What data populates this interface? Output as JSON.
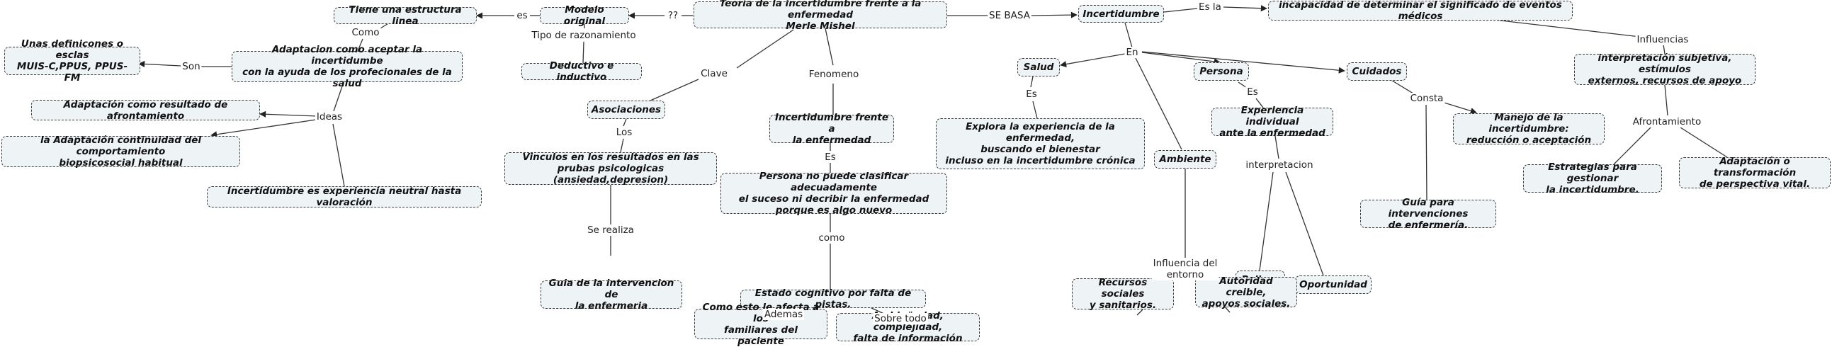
{
  "colors": {
    "node_fill": "#eef3f6",
    "node_border": "#3a3a3a",
    "line": "#333333",
    "background": "#ffffff"
  },
  "nodes": {
    "teoria": "Teoría de la incertidumbre frente a la enfermedad\nMerle Mishel",
    "modelo_original": "Modelo original",
    "estructura_lineal": "Tiene una estructura linea",
    "deductivo": "Deductivo e inductivo",
    "adaptacion_aceptar": "Adaptacion  como aceptar la incertidumbe\ncon la ayuda de los profecionales de la salud",
    "definiciones_escalas": "Unas definicones o esclas\nMUIS-C,PPUS, PPUS-FM",
    "adaptacion_afrontamiento": "Adaptación como resultado de afrontamiento",
    "adaptacion_continuidad": "la Adaptación continuidad del comportamiento\nbiopsicosocial habitual",
    "incertidumbre_neutral": "Incertidumbre es experiencia neutral hasta valoración",
    "asociaciones": "Asociaciones",
    "vinculos": "Vinculos en los resultados en las\nprubas psicologicas (ansiedad,depresion)",
    "guia_intervencion": "Guia de la intervencion de\nla enfermeria",
    "incertidumbre_frente": "Incertidumbre frente a\nla enfermedad",
    "persona_no_puede": "Persona no puede clasificar adecuadamente\nel suceso ni decribir la enfermedad\nporque es algo nuevo",
    "estado_cognitivo": "Estado cognitivo por falta de pistas.",
    "como_afecta": "Como esto le afecta a los\nfamiliares del paciente",
    "ambiguedad": "Ambigüedad, complejidad,\nfalta de información",
    "incertidumbre": "Incertidumbre",
    "incapacidad": "incapacidad de determinar el significado de eventos médicos",
    "salud": "Salud",
    "explora": "Explora la experiencia de la enfermedad,\nbuscando el bienestar\nincluso en la incertidumbre crónica",
    "persona": "Persona",
    "experiencia_individual": "Experiencia individual\nante la enfermedad",
    "peligro": "Peligro",
    "oportunidad": "Oportunidad",
    "ambiente": "Ambiente",
    "recursos_sociales": "Recursos sociales\ny sanitarios.",
    "autoridad": "Autoridad creible,\napoyos sociales.",
    "cuidados": "Cuidados",
    "guia_intervenciones": "Guía para intervenciones\nde enfermería.",
    "manejo": "Manejo de la incertidumbre:\nreducción o aceptación",
    "interpretacion": "interpretación subjetiva, estímulos\nexternos, recursos de apoyo",
    "estrategias": "Estrategias para gestionar\nla incertidumbre.",
    "adaptacion_transformacion": "Adaptación o transformación\nde perspectiva vital."
  },
  "labels": {
    "es_1": "es",
    "qq": "??",
    "se_basa": "SE BASA",
    "es_la": "Es la",
    "como_1": "Como",
    "tipo_razonamiento": "Tipo de razonamiento",
    "son": "Son",
    "ideas": "Ideas",
    "clave": "Clave",
    "los": "Los",
    "se_realiza": "Se realiza",
    "fenomeno": "Fenomeno",
    "es_2": "Es",
    "como_2": "como",
    "ademas": "Ademas",
    "sobre_todo": "Sobre todo",
    "en": "En",
    "es_3": "Es",
    "es_4": "Es",
    "interpretacion": "interpretacion",
    "influencia_entorno": "Influencia del\nentorno",
    "consta": "Consta",
    "influencias": "Influencias",
    "afrontamiento": "Afrontamiento"
  }
}
